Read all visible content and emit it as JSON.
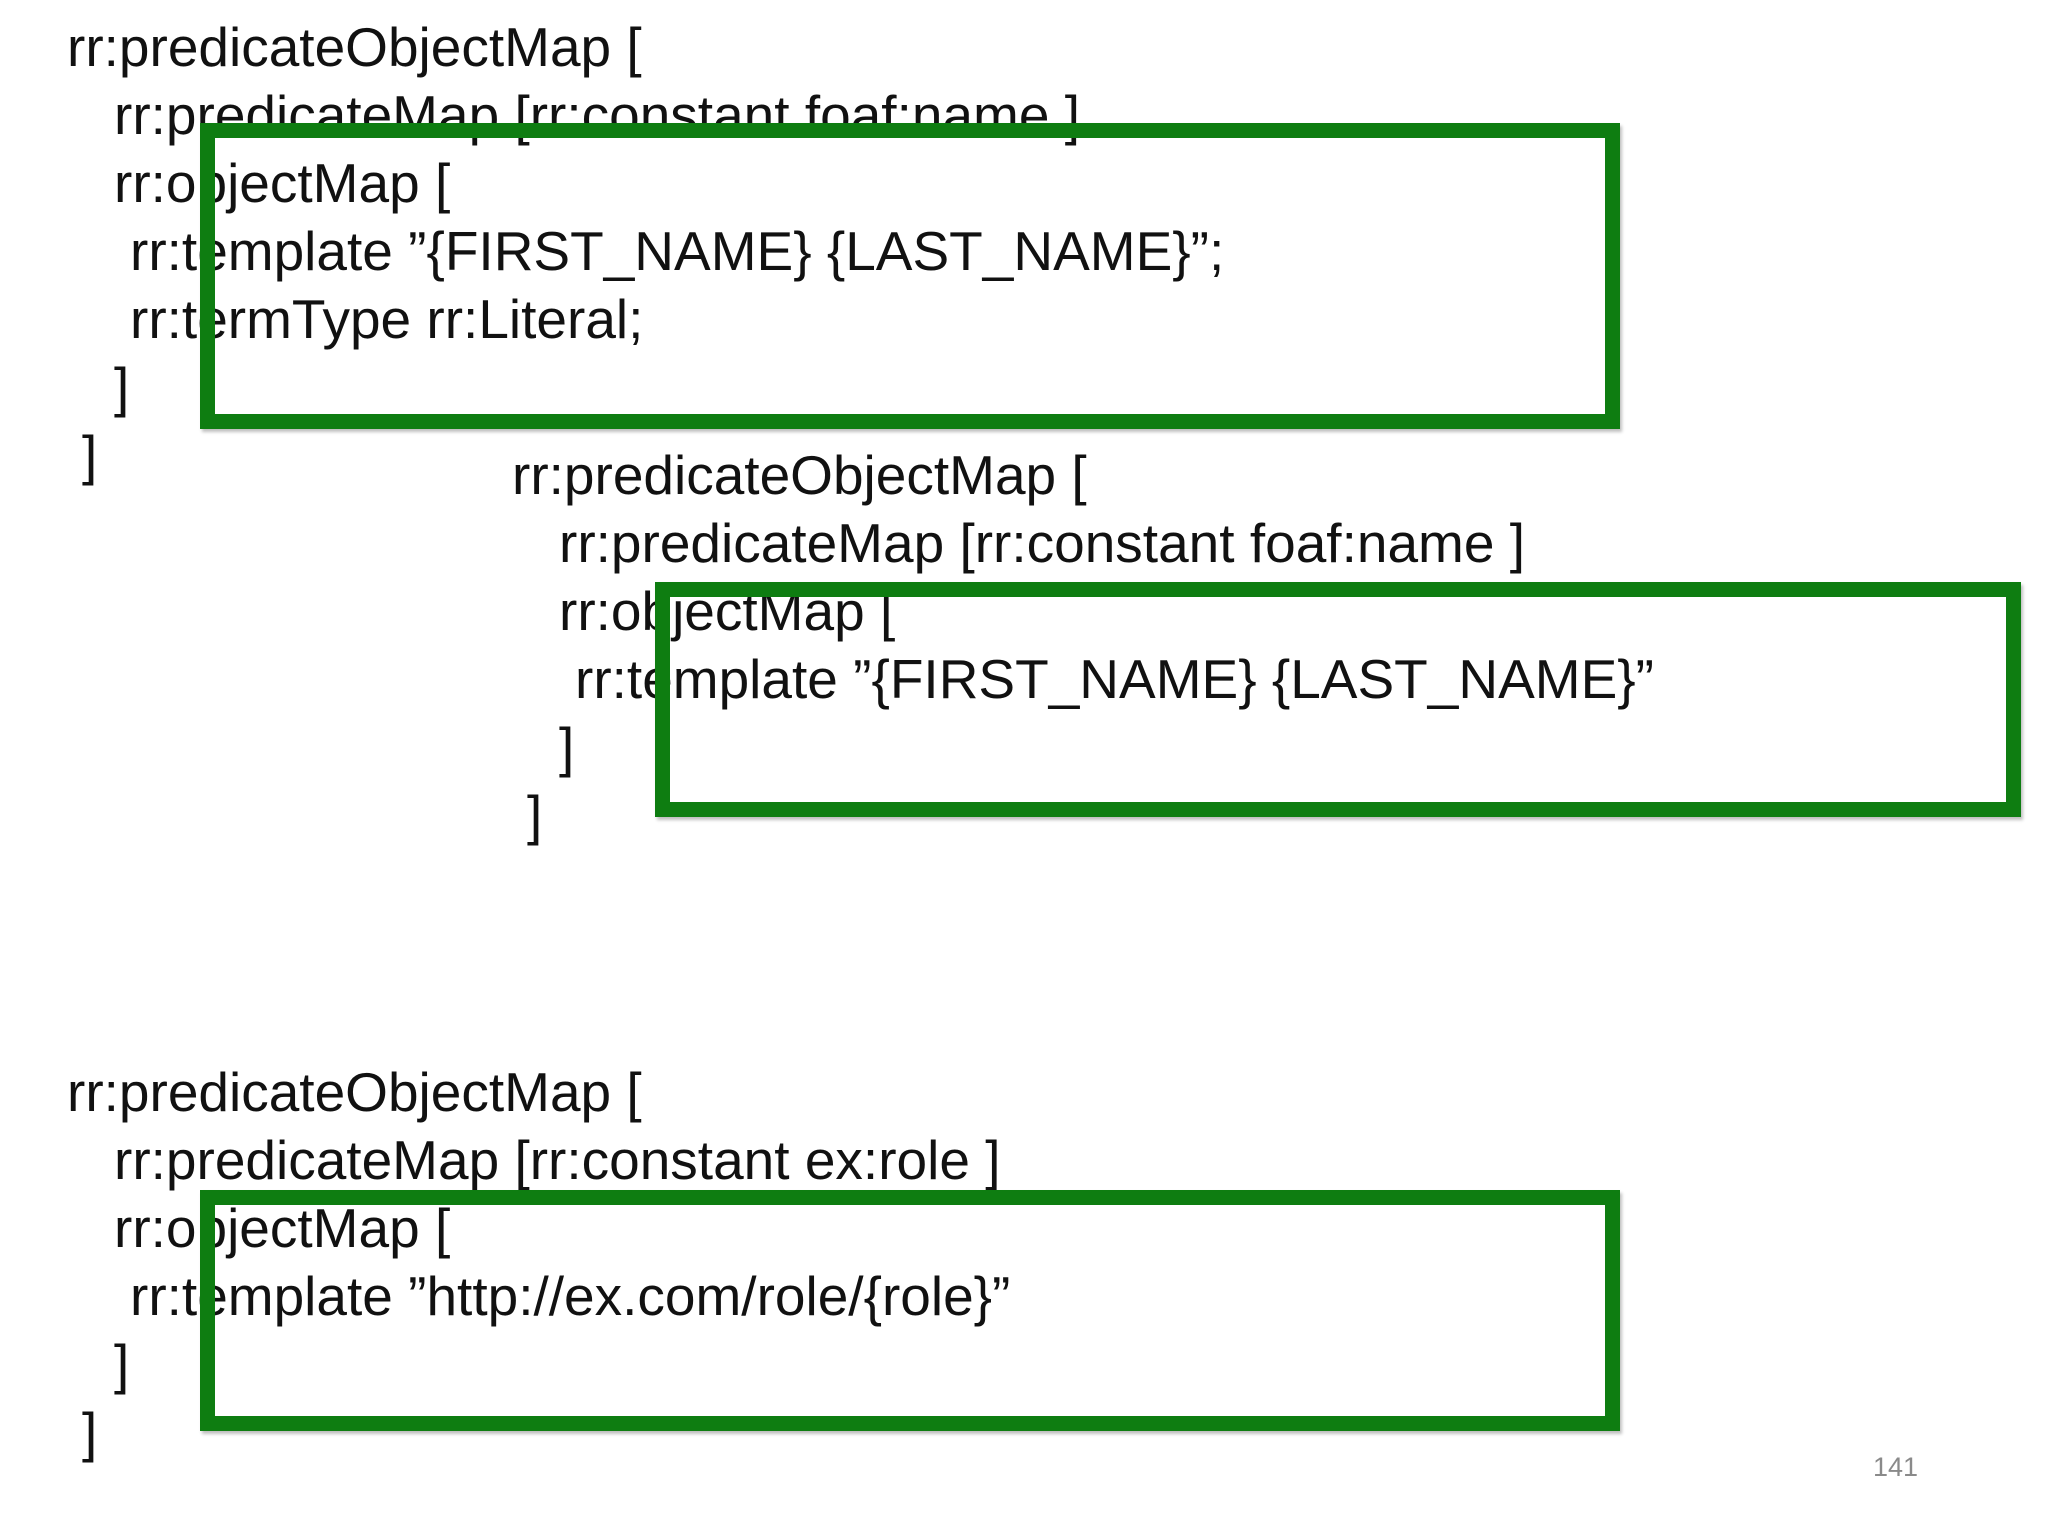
{
  "block1": {
    "lines": [
      "rr:predicateObjectMap [",
      "rr:predicateMap [rr:constant foaf:name ]",
      "rr:objectMap [",
      "rr:template ”{FIRST_NAME} {LAST_NAME}”;",
      "rr:termType rr:Literal;",
      "]",
      "]"
    ]
  },
  "block2": {
    "lines": [
      "rr:predicateObjectMap [",
      "rr:predicateMap [rr:constant foaf:name ]",
      "rr:objectMap [",
      "rr:template ”{FIRST_NAME} {LAST_NAME}”",
      "]",
      "]"
    ]
  },
  "block3": {
    "lines": [
      "rr:predicateObjectMap [",
      "rr:predicateMap [rr:constant ex:role ]",
      "rr:objectMap [",
      "rr:template ”http://ex.com/role/{role}”",
      "]",
      "]"
    ]
  },
  "highlight_color": "#0e7d11",
  "page_number": "141"
}
